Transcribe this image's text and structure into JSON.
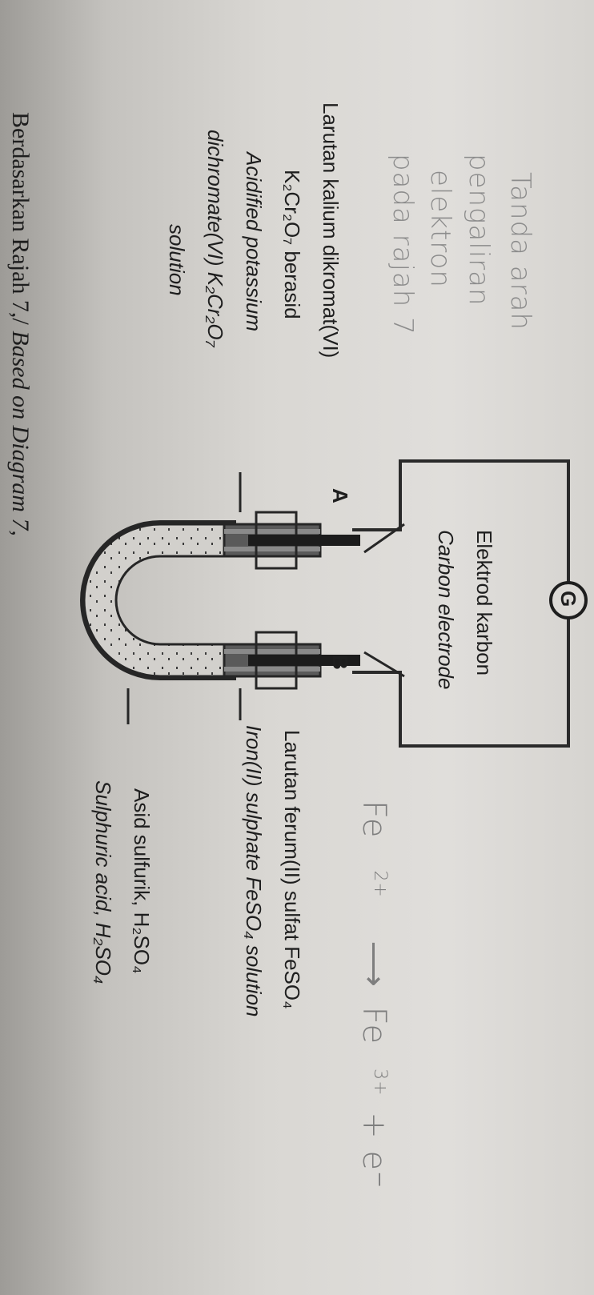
{
  "handwritten_note": [
    "Tanda arah",
    "pengaliran",
    "elektron",
    "pada rajah 7"
  ],
  "label_a": {
    "malay_line1": "Larutan kalium dikromat(VI)",
    "malay_line2": "K₂Cr₂O₇ berasid",
    "english_line1": "Acidified potassium",
    "english_line2": "dichromate(VI) K₂Cr₂O₇",
    "english_line3": "solution"
  },
  "electrode_label": {
    "malay": "Elektrod karbon",
    "english": "Carbon electrode"
  },
  "galvanometer": "G",
  "terminal_a": "A",
  "terminal_b": "B",
  "label_b": {
    "malay": "Larutan ferum(II) sulfat FeSO₄",
    "english": "Iron(II) sulphate FeSO₄ solution"
  },
  "acid_label": {
    "malay": "Asid sulfurik, H₂SO₄",
    "english": "Sulphuric acid, H₂SO₄"
  },
  "handwritten_equation": {
    "reactant": "Fe",
    "reactant_charge": "2+",
    "arrow": "⟶",
    "product": "Fe",
    "product_charge": "3+",
    "tail": "+ e⁻"
  },
  "caption": {
    "prefix": "Berdasarkan Rajah 7,/ ",
    "english": "Based on Diagram 7,"
  }
}
